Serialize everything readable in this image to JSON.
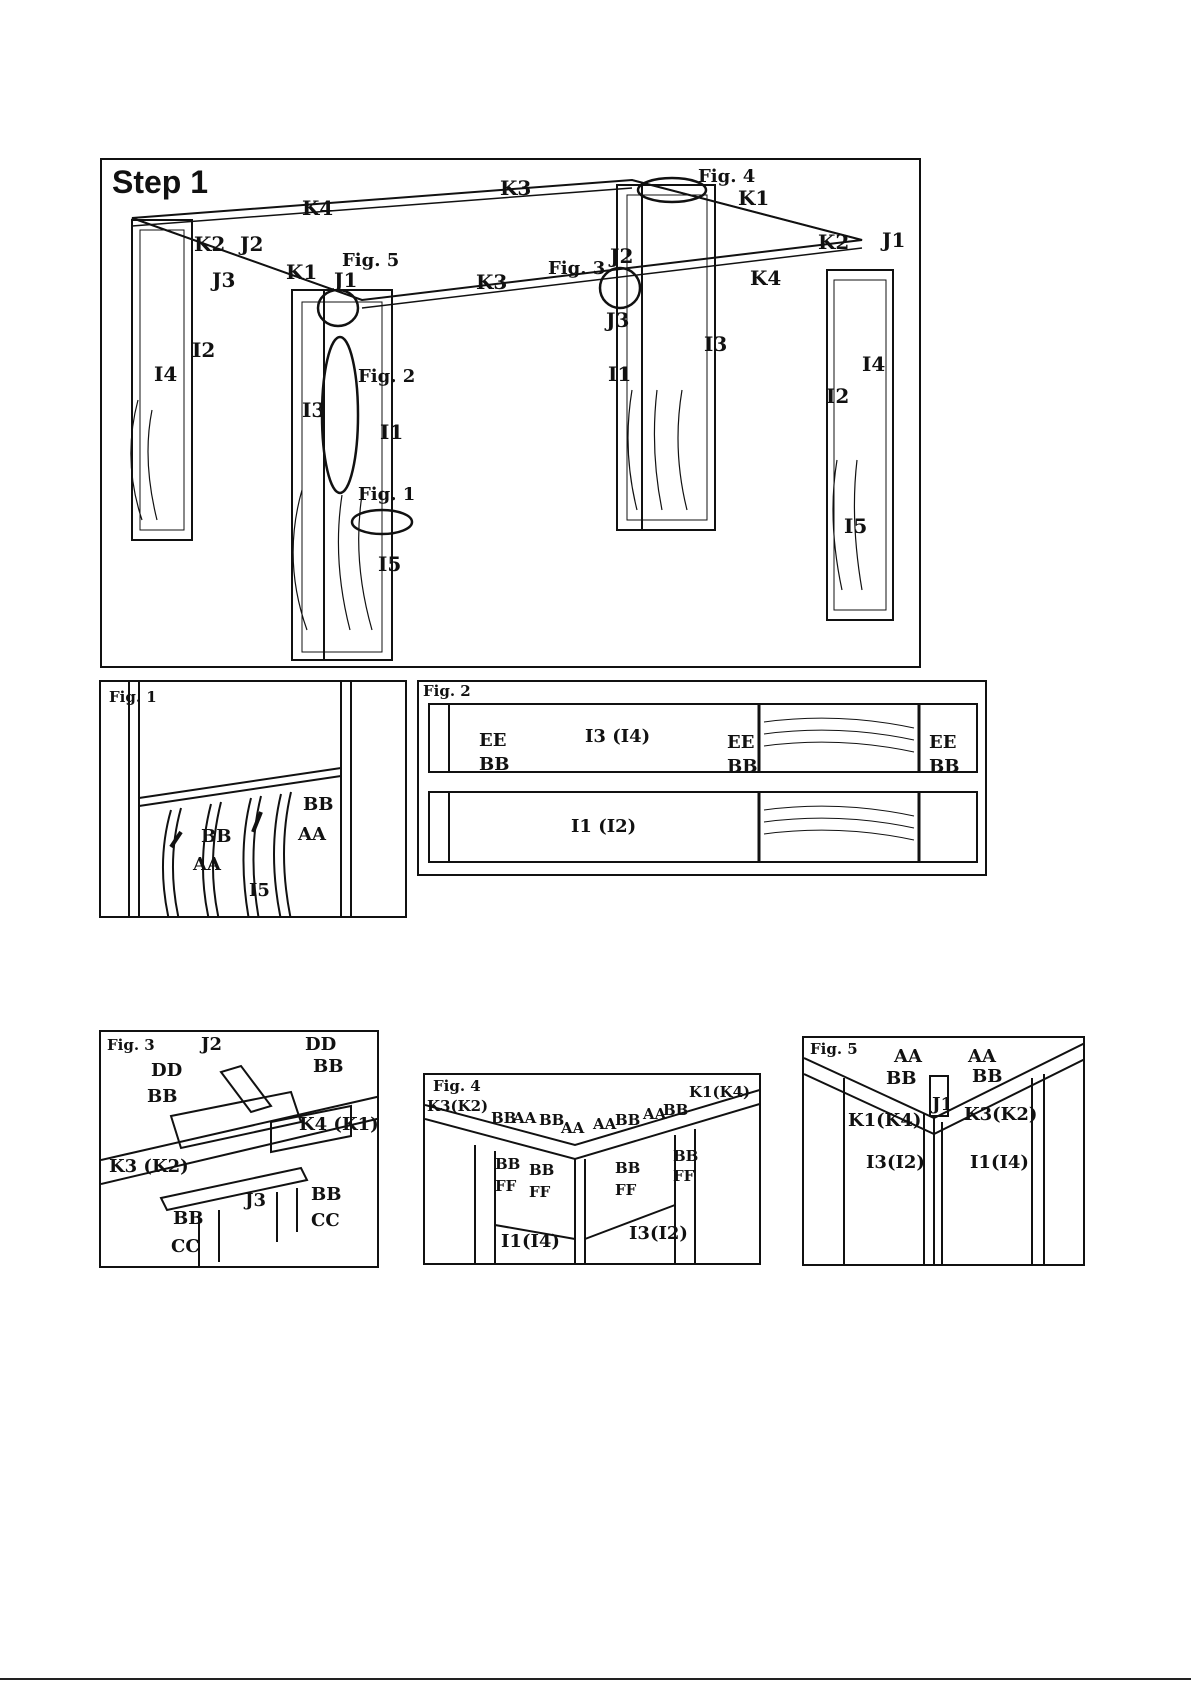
{
  "step": {
    "title": "Step 1"
  },
  "main_labels": {
    "fig4": "Fig. 4",
    "k1_top": "K1",
    "k4_top": "K4",
    "k3_top": "K3",
    "k2_left": "K2",
    "j2_left": "J2",
    "j3_left": "J3",
    "k1_left": "K1",
    "fig5": "Fig. 5",
    "j1_left": "J1",
    "k3_mid": "K3",
    "fig3": "Fig. 3",
    "j2_right": "J2",
    "j3_right": "J3",
    "k4_right": "K4",
    "k2_right": "K2",
    "j1_right": "J1",
    "i4_left": "I4",
    "i2_left": "I2",
    "i3_mid": "I3",
    "fig2": "Fig. 2",
    "i1_mid": "I1",
    "fig1": "Fig. 1",
    "i5_mid": "I5",
    "i1_right": "I1",
    "i3_right": "I3",
    "i4_right": "I4",
    "i2_right": "I2",
    "i5_right": "I5"
  },
  "fig1": {
    "title": "Fig. 1",
    "bb_right": "BB",
    "aa_right": "AA",
    "bb_left": "BB",
    "aa_left": "AA",
    "i5": "I5"
  },
  "fig2": {
    "title": "Fig. 2",
    "top_panel": "I3 (I4)",
    "bottom_panel": "I1 (I2)",
    "ee1": "EE",
    "bb1": "BB",
    "ee2": "EE",
    "bb2": "BB",
    "ee3": "EE",
    "bb3": "BB"
  },
  "fig3": {
    "title": "Fig. 3",
    "j2": "J2",
    "dd_right": "DD",
    "bb_right_top": "BB",
    "dd_left": "DD",
    "bb_left_top": "BB",
    "k4k1": "K4 (K1)",
    "k3k2": "K3 (K2)",
    "j3": "J3",
    "bb_low_right": "BB",
    "cc_right": "CC",
    "bb_low_left": "BB",
    "cc_left": "CC"
  },
  "fig4": {
    "title": "Fig. 4",
    "k1k4": "K1(K4)",
    "k3k2": "K3(K2)",
    "bb1": "BB",
    "aa1": "AA",
    "bb2": "BB",
    "aa2": "AA",
    "aa3": "AA",
    "bb3": "BB",
    "aa4": "AA",
    "bb4": "BB",
    "bb_l": "BB",
    "ff_l": "FF",
    "bb_l2": "BB",
    "ff_l2": "FF",
    "bb_r": "BB",
    "ff_r": "FF",
    "bb_r2": "BB",
    "ff_r2": "FF",
    "i1i4": "I1(I4)",
    "i3i2": "I3(I2)"
  },
  "fig5": {
    "title": "Fig. 5",
    "aa_left": "AA",
    "aa_right": "AA",
    "bb_left": "BB",
    "bb_right": "BB",
    "j1": "J1",
    "k1k4": "K1(K4)",
    "k3k2": "K3(K2)",
    "i3i2": "I3(I2)",
    "i1i4": "I1(I4)"
  }
}
